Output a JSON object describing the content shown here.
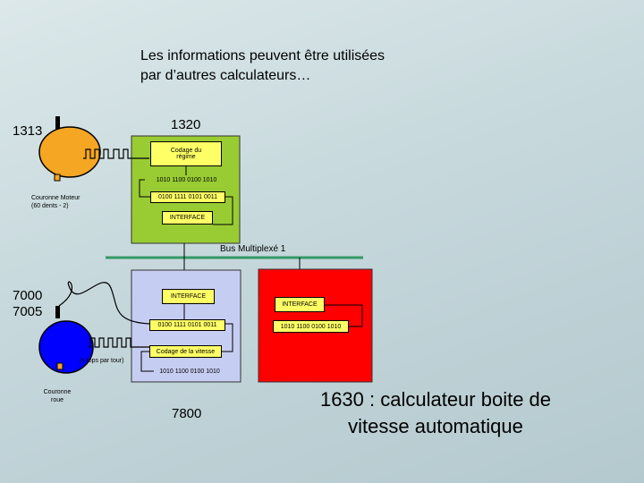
{
  "title_line1": "Les informations peuvent être utilisées",
  "title_line2": "par d’autres calculateurs…",
  "ecu_1320": {
    "id": "1320",
    "sensor_id": "1313",
    "coding_label": "Codage du régime",
    "binary_a": "1010 1100 0100 1010",
    "binary_b": "0100 1111 0101 0011",
    "interface": "INTERFACE",
    "sensor_label_1": "Couronne Moteur",
    "sensor_label_2": "(60 dents - 2)",
    "color": "#99cc33"
  },
  "bus_label": "Bus Multiplexé 1",
  "ecu_7800": {
    "id": "7800",
    "sensor_id_1": "7000",
    "sensor_id_2": "7005",
    "interface": "INTERFACE",
    "binary_a": "0100 1111 0101 0011",
    "coding_label": "Codage de la vitesse",
    "binary_b": "1010 1100 0100 1010",
    "pulse_label": "(x tops par tour)",
    "sensor_label_1": "Couronne",
    "sensor_label_2": "roue",
    "color": "#c6cdf2"
  },
  "ecu_1630": {
    "interface": "INTERFACE",
    "binary": "1010 1100 0100 1010",
    "caption_line1": "1630 : calculateur boite de",
    "caption_line2": "vitesse automatique",
    "color": "#ff0000"
  }
}
